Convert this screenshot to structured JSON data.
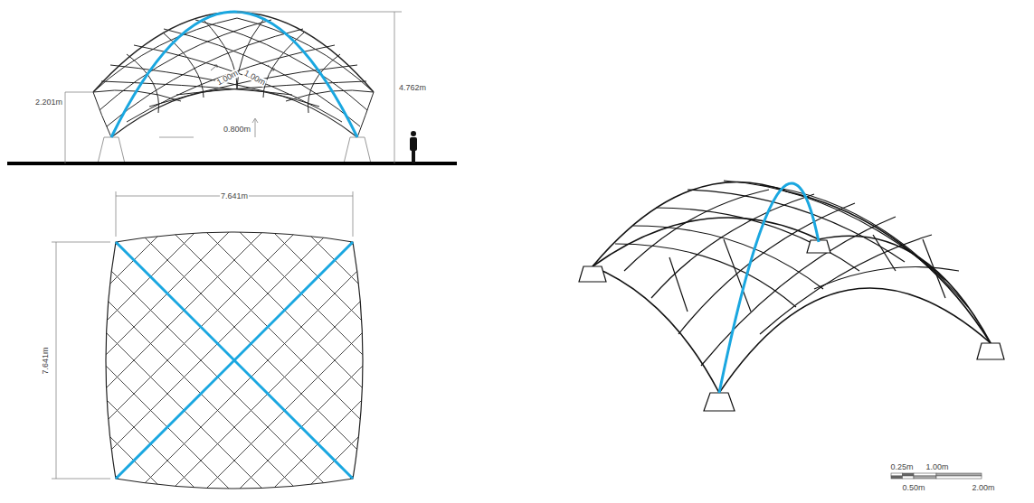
{
  "diagram": {
    "labels": [
      "1.00m",
      "1.00m",
      "4.762m",
      "2.201m",
      "0.800m",
      "7.641m",
      "7.641m",
      "0.25m",
      "1.00m",
      "0.50m",
      "2.00m"
    ]
  }
}
